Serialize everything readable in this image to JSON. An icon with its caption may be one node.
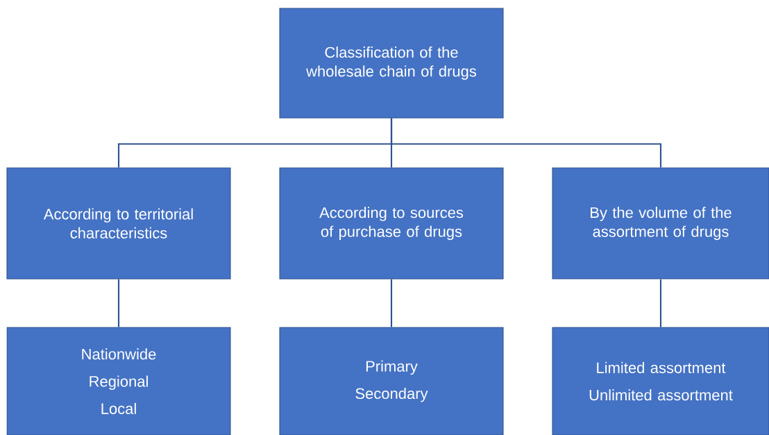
{
  "diagram": {
    "nodes": [
      {
        "text": [
          "Classification of the wholesale chain of drugs"
        ]
      },
      {
        "text": [
          "According to territorial characteristics"
        ]
      },
      {
        "text": [
          "According to sources of purchase of drugs"
        ]
      },
      {
        "text": [
          "By the volume of the assortment of drugs"
        ]
      },
      {
        "text": [
          "Nationwide",
          "Regional",
          "Local"
        ]
      },
      {
        "text": [
          "Primary",
          "Secondary"
        ]
      },
      {
        "text": [
          "Limited assortment",
          "Unlimited assortment"
        ]
      }
    ],
    "edges": [
      {
        "from": 0,
        "to": 1,
        "arrow": "none"
      },
      {
        "from": 0,
        "to": 2,
        "arrow": "none"
      },
      {
        "from": 0,
        "to": 3,
        "arrow": "none"
      },
      {
        "from": 1,
        "to": 4,
        "arrow": "none"
      },
      {
        "from": 2,
        "to": 5,
        "arrow": "none"
      },
      {
        "from": 3,
        "to": 6,
        "arrow": "none"
      }
    ]
  }
}
